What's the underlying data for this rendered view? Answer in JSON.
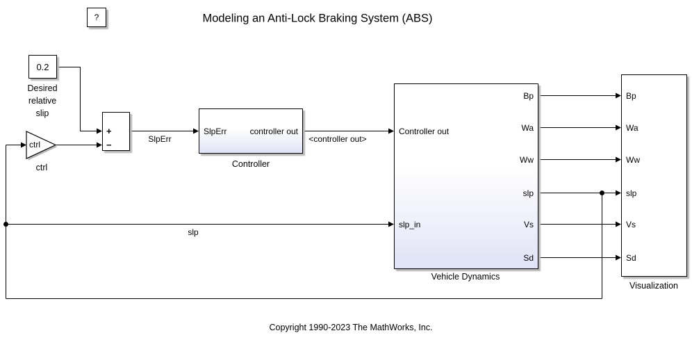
{
  "header": {
    "title": "Modeling an Anti-Lock Braking System (ABS)",
    "help_label": "?"
  },
  "footer": {
    "copyright": "Copyright 1990-2023 The MathWorks, Inc."
  },
  "blocks": {
    "constant": {
      "value": "0.2",
      "caption": "Desired\nrelative\nslip"
    },
    "gain": {
      "value": "ctrl",
      "caption": "ctrl"
    },
    "sum": {
      "plus": "+",
      "minus": "−"
    },
    "controller": {
      "caption": "Controller",
      "port_in": "SlpErr",
      "port_out": "controller out"
    },
    "vehicle_dynamics": {
      "caption": "Vehicle Dynamics",
      "port_in_1": "Controller out",
      "port_in_2": "slp_in",
      "out_ports": [
        "Bp",
        "Wa",
        "Ww",
        "slp",
        "Vs",
        "Sd"
      ]
    },
    "visualization": {
      "caption": "Visualization",
      "in_ports": [
        "Bp",
        "Wa",
        "Ww",
        "slp",
        "Vs",
        "Sd"
      ]
    }
  },
  "signals": {
    "slperr": "SlpErr",
    "controller_out_tag": "<controller out>",
    "slp": "slp"
  },
  "colors": {
    "wire": "#000000",
    "block_gradient_bottom": "#e0e3f7",
    "shadow": "#b6b6b6"
  }
}
